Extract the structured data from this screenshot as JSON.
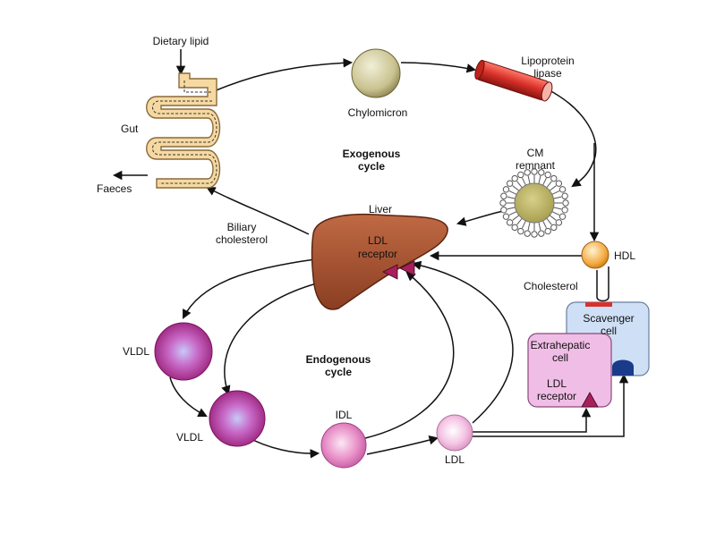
{
  "labels": {
    "dietary_lipid": "Dietary lipid",
    "gut": "Gut",
    "faeces": "Faeces",
    "chylomicron": "Chylomicron",
    "lipoprotein_lipase": [
      "Lipoprotein",
      "lipase"
    ],
    "exogenous_cycle": [
      "Exogenous",
      "cycle"
    ],
    "cm_remnant": [
      "CM",
      "remnant"
    ],
    "liver": "Liver",
    "biliary_cholesterol": [
      "Biliary",
      "cholesterol"
    ],
    "ldl_receptor_liver": [
      "LDL",
      "receptor"
    ],
    "hdl": "HDL",
    "cholesterol": "Cholesterol",
    "scavenger_cell": [
      "Scavenger",
      "cell"
    ],
    "extrahepatic_cell": [
      "Extrahepatic",
      "cell"
    ],
    "ldl_receptor_extrahepatic": [
      "LDL",
      "receptor"
    ],
    "vldl_1": "VLDL",
    "vldl_2": "VLDL",
    "endogenous_cycle": [
      "Endogenous",
      "cycle"
    ],
    "idl": "IDL",
    "ldl": "LDL"
  },
  "colors": {
    "gut": "#f6d9a2",
    "chylomicron": "#c9c290",
    "lipase_vessel": "#d8312a",
    "liver": "#a85432",
    "hdl": "#f4a840",
    "vldl": "#c0389a",
    "idl": "#e890c8",
    "ldl": "#f4c4e4",
    "scavenger_cell": "#cfe0f6",
    "extrahepatic_cell": "#f0bde6",
    "receptor": "#a8205a"
  }
}
